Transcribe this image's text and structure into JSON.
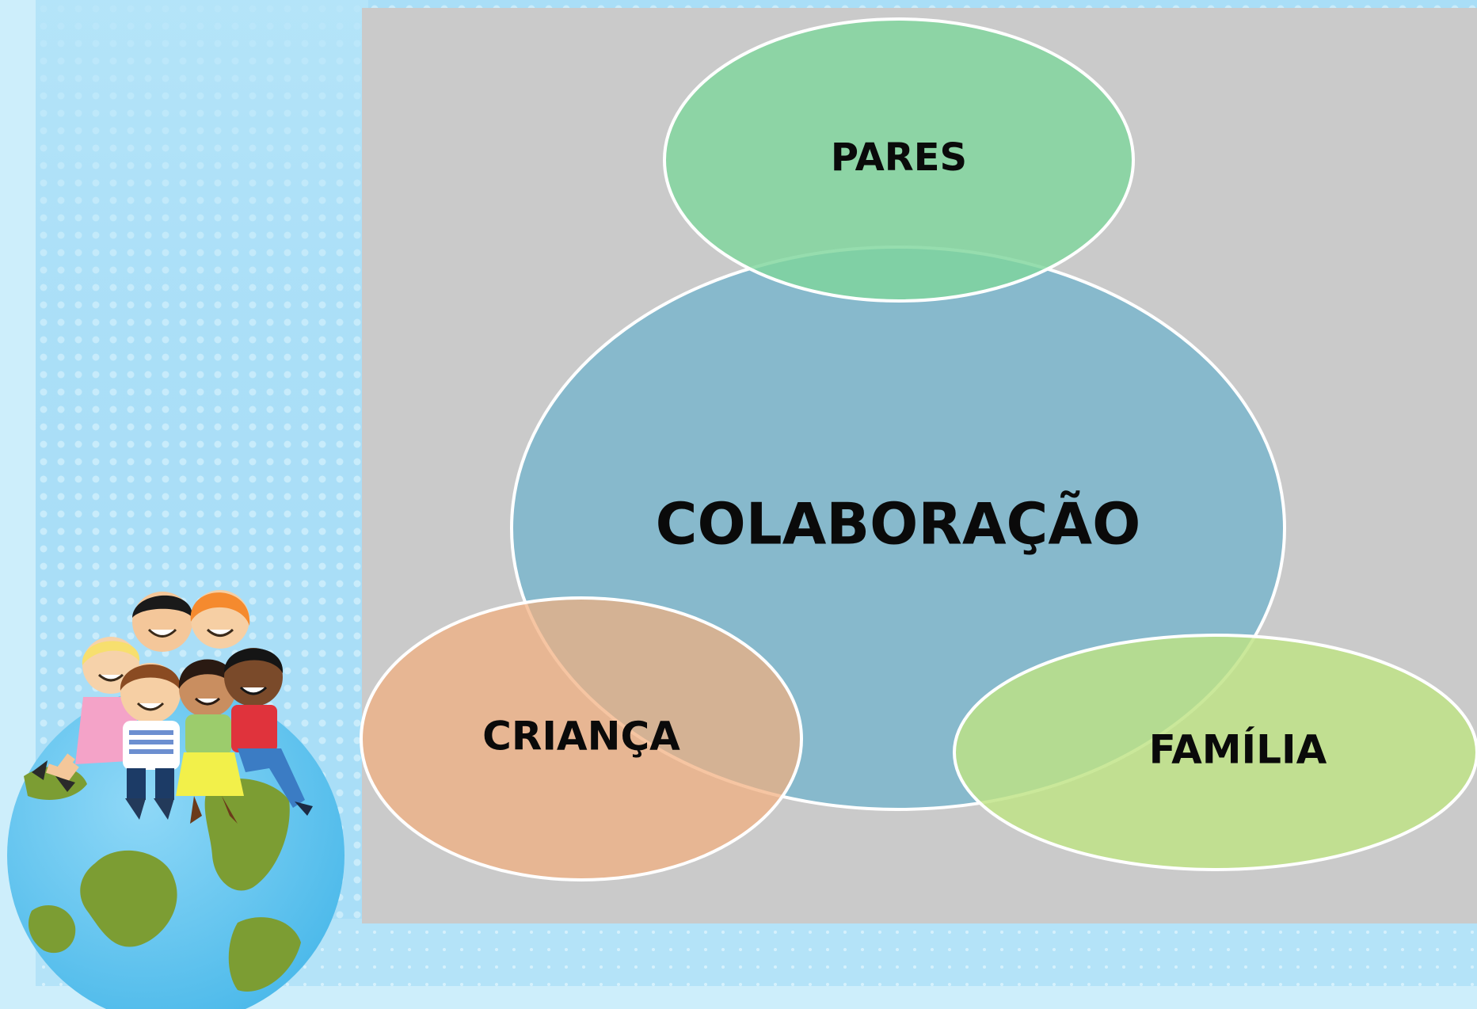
{
  "slide": {
    "labels": {
      "top": "PARES",
      "center": "COLABORAÇÃO",
      "left": "CRIANÇA",
      "right": "FAMÍLIA"
    }
  },
  "colors": {
    "background_blue": "#a9def7",
    "dot_blue": "#cdeefb",
    "panel_gray": "#cacaca",
    "center_circle": "#87b9c9",
    "top_ellipse": "#86d39c",
    "left_ellipse": "#e9ad83",
    "right_ellipse": "#b9df82",
    "outline": "#ffffff"
  },
  "icons": [
    "children-group-illustration",
    "globe-illustration"
  ]
}
